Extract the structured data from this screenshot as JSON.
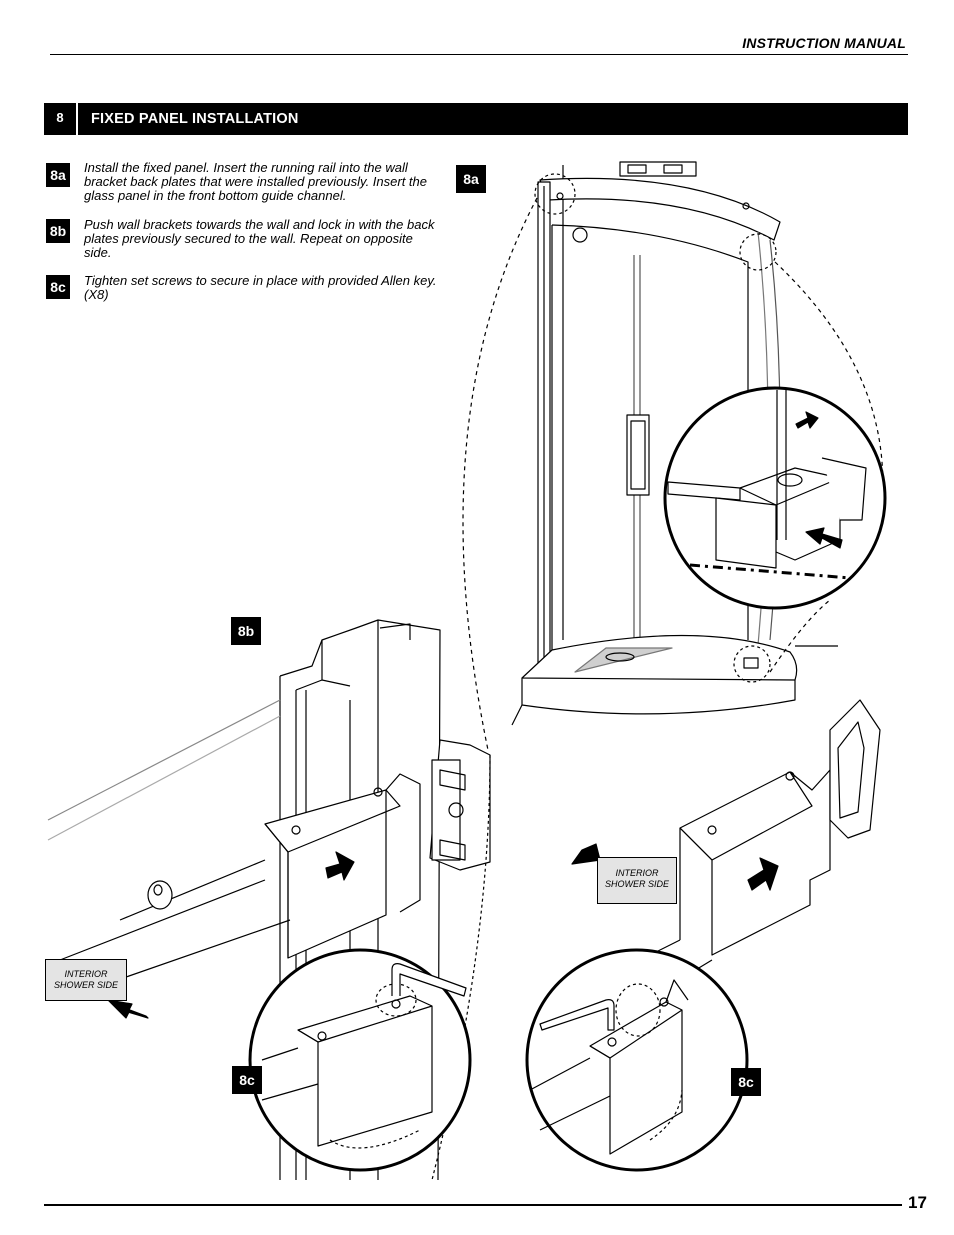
{
  "header": {
    "title": "INSTRUCTION MANUAL"
  },
  "section": {
    "number": "8",
    "title": "FIXED PANEL INSTALLATION"
  },
  "steps": [
    {
      "badge": "8a",
      "text": "Install the fixed panel. Insert the running rail into the wall bracket back plates that were installed previously. Insert the glass panel in the front bottom guide channel."
    },
    {
      "badge": "8b",
      "text": "Push wall brackets towards the wall and lock in with the back plates previously secured to the wall. Repeat on opposite side."
    },
    {
      "badge": "8c",
      "text": "Tighten set screws to secure in place with provided Allen key. (X8)"
    }
  ],
  "figures": {
    "fig_8a": "8a",
    "fig_8b": "8b",
    "fig_8c_left": "8c",
    "fig_8c_right": "8c"
  },
  "callouts": {
    "left": {
      "line1": "INTERIOR",
      "line2": "SHOWER SIDE"
    },
    "right": {
      "line1": "INTERIOR",
      "line2": "SHOWER SIDE"
    }
  },
  "footer": {
    "page_number": "17"
  }
}
